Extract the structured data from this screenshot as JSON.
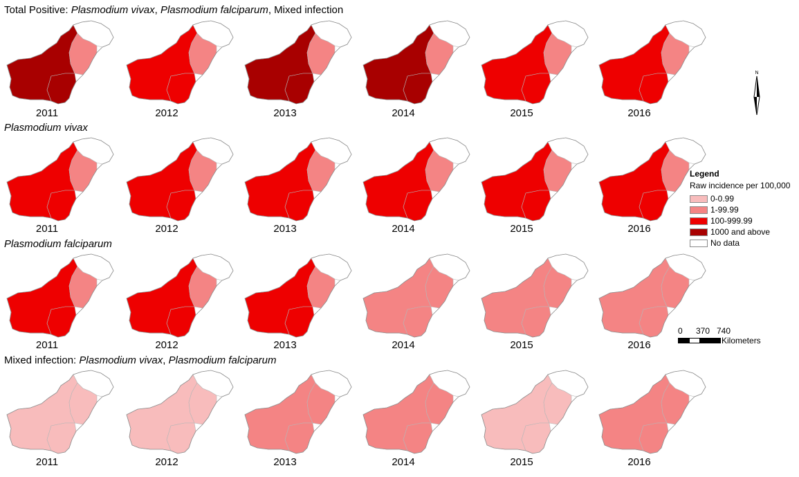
{
  "sections": [
    {
      "title_parts": [
        {
          "text": "Total Positive: ",
          "italic": false
        },
        {
          "text": "Plasmodium vivax",
          "italic": true
        },
        {
          "text": ", ",
          "italic": false
        },
        {
          "text": "Plasmodium falciparum",
          "italic": true
        },
        {
          "text": ", Mixed infection",
          "italic": false
        }
      ],
      "incidence_class_by_year": [
        "1000 and above",
        "100-999.99",
        "1000 and above",
        "1000 and above",
        "100-999.99",
        "100-999.99"
      ]
    },
    {
      "title_parts": [
        {
          "text": "Plasmodium vivax",
          "italic": true
        }
      ],
      "incidence_class_by_year": [
        "100-999.99",
        "100-999.99",
        "100-999.99",
        "100-999.99",
        "100-999.99",
        "100-999.99"
      ]
    },
    {
      "title_parts": [
        {
          "text": "Plasmodium falciparum",
          "italic": true
        }
      ],
      "incidence_class_by_year": [
        "100-999.99",
        "100-999.99",
        "100-999.99",
        "1-99.99",
        "1-99.99",
        "1-99.99"
      ]
    },
    {
      "title_parts": [
        {
          "text": "Mixed infection: ",
          "italic": false
        },
        {
          "text": "Plasmodium vivax",
          "italic": true
        },
        {
          "text": ", ",
          "italic": false
        },
        {
          "text": "Plasmodium falciparum",
          "italic": true
        }
      ],
      "incidence_class_by_year": [
        "0-0.99",
        "0-0.99",
        "1-99.99",
        "1-99.99",
        "0-0.99",
        "1-99.99"
      ]
    }
  ],
  "years": [
    "2011",
    "2012",
    "2013",
    "2014",
    "2015",
    "2016"
  ],
  "legend": {
    "title": "Legend",
    "subtitle": "Raw incidence per 100,000",
    "items": [
      {
        "label": "0-0.99",
        "color": "#f8bcbc"
      },
      {
        "label": "1-99.99",
        "color": "#f48484"
      },
      {
        "label": "100-999.99",
        "color": "#ee0000"
      },
      {
        "label": "1000 and above",
        "color": "#a80000"
      },
      {
        "label": "No data",
        "color": "#ffffff"
      }
    ]
  },
  "north_arrow": {
    "label": "N"
  },
  "scale_bar": {
    "ticks": [
      "0",
      "370",
      "740"
    ],
    "unit": "Kilometers"
  }
}
